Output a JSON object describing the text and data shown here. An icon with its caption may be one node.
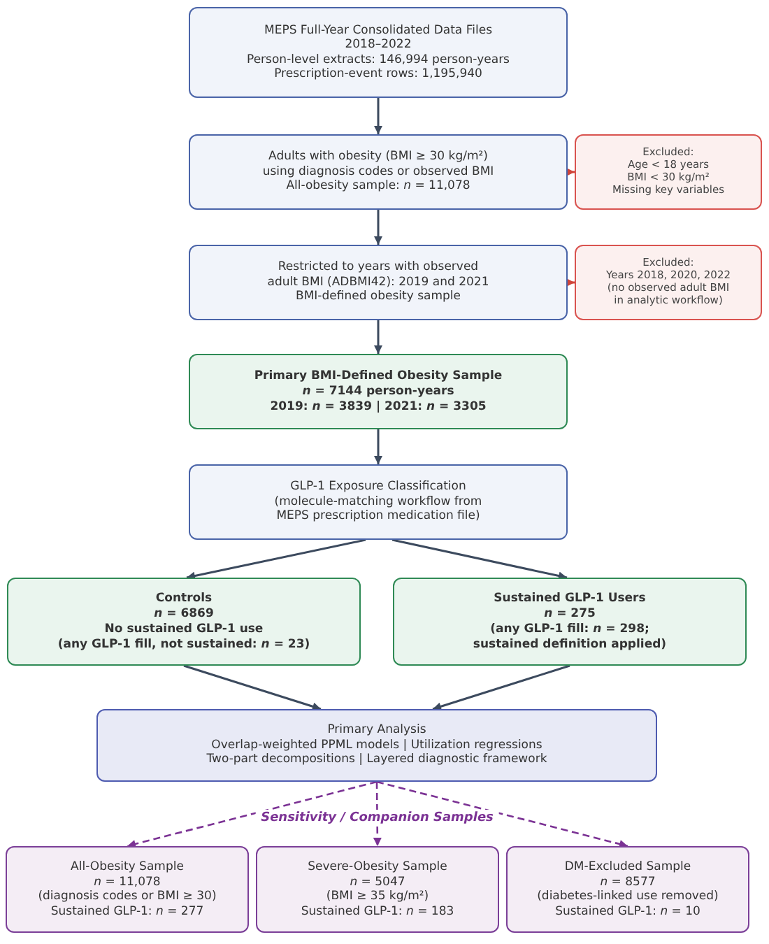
{
  "diagram": {
    "nodes": [
      {
        "text": [
          "MEPS Full-Year Consolidated Data Files",
          "2018–2022",
          "Person-level extracts: 146,994 person-years",
          "Prescription-event rows: 1,195,940"
        ]
      },
      {
        "text": [
          "Adults with obesity (BMI ≥ 30 kg/m²) using diagnosis codes or observed BMI",
          "All-obesity sample: *n* = 11,078"
        ]
      },
      {
        "text": [
          "Excluded:",
          "Age < 18 years",
          "BMI < 30 kg/m²",
          "Missing key variables"
        ]
      },
      {
        "text": [
          "Restricted to years with observed adult BMI (ADBMI42): 2019 and 2021",
          "BMI-defined obesity sample"
        ]
      },
      {
        "text": [
          "Excluded:",
          "Years 2018, 2020, 2022",
          "(no observed adult BMI in analytic workflow)"
        ]
      },
      {
        "text": [
          "Primary BMI-Defined Obesity Sample",
          "*n* = 7144 person-years",
          "2019: *n* = 3839 | 2021: *n* = 3305"
        ]
      },
      {
        "text": [
          "GLP-1 Exposure Classification",
          "(molecule-matching workflow from MEPS prescription medication file)"
        ]
      },
      {
        "text": [
          "Controls",
          "*n* = 6869",
          "No sustained GLP-1 use",
          "(any GLP-1 fill, not sustained: *n* = 23)"
        ]
      },
      {
        "text": [
          "Sustained GLP-1 Users",
          "*n* = 275",
          "(any GLP-1 fill: *n* = 298; sustained definition applied)"
        ]
      },
      {
        "text": [
          "Primary Analysis",
          "Overlap-weighted PPML models | Utilization regressions",
          "Two-part decompositions | Layered diagnostic framework"
        ]
      },
      {
        "text": [
          "All-Obesity Sample",
          "*n* = 11,078",
          "(diagnosis codes or BMI ≥ 30)",
          "Sustained GLP-1: *n* = 277"
        ]
      },
      {
        "text": [
          "Severe-Obesity Sample",
          "*n* = 5047",
          "(BMI ≥ 35 kg/m²)",
          "Sustained GLP-1: *n* = 183"
        ]
      },
      {
        "text": [
          "DM-Excluded Sample",
          "*n* = 8577",
          "(diabetes-linked use removed)",
          "Sustained GLP-1: *n* = 10"
        ]
      }
    ],
    "edges": [
      {
        "from": 0,
        "to": 1,
        "arrow": "to"
      },
      {
        "from": 1,
        "to": 2,
        "arrow": "to",
        "color": "#d0453a"
      },
      {
        "from": 1,
        "to": 3,
        "arrow": "to"
      },
      {
        "from": 3,
        "to": 4,
        "arrow": "to",
        "color": "#d0453a"
      },
      {
        "from": 3,
        "to": 5,
        "arrow": "to"
      },
      {
        "from": 5,
        "to": 6,
        "arrow": "to"
      },
      {
        "from": 6,
        "to": 7,
        "arrow": "to"
      },
      {
        "from": 6,
        "to": 8,
        "arrow": "to"
      },
      {
        "from": 7,
        "to": 9,
        "arrow": "to"
      },
      {
        "from": 8,
        "to": 9,
        "arrow": "to"
      },
      {
        "from": 9,
        "to": 10,
        "arrow": "to",
        "style": "dashed",
        "color": "#7b3294"
      },
      {
        "from": 9,
        "to": 11,
        "arrow": "to",
        "style": "dashed",
        "color": "#7b3294",
        "label": "Sensitivity / Companion Samples"
      },
      {
        "from": 9,
        "to": 12,
        "arrow": "to",
        "style": "dashed",
        "color": "#7b3294"
      }
    ]
  }
}
